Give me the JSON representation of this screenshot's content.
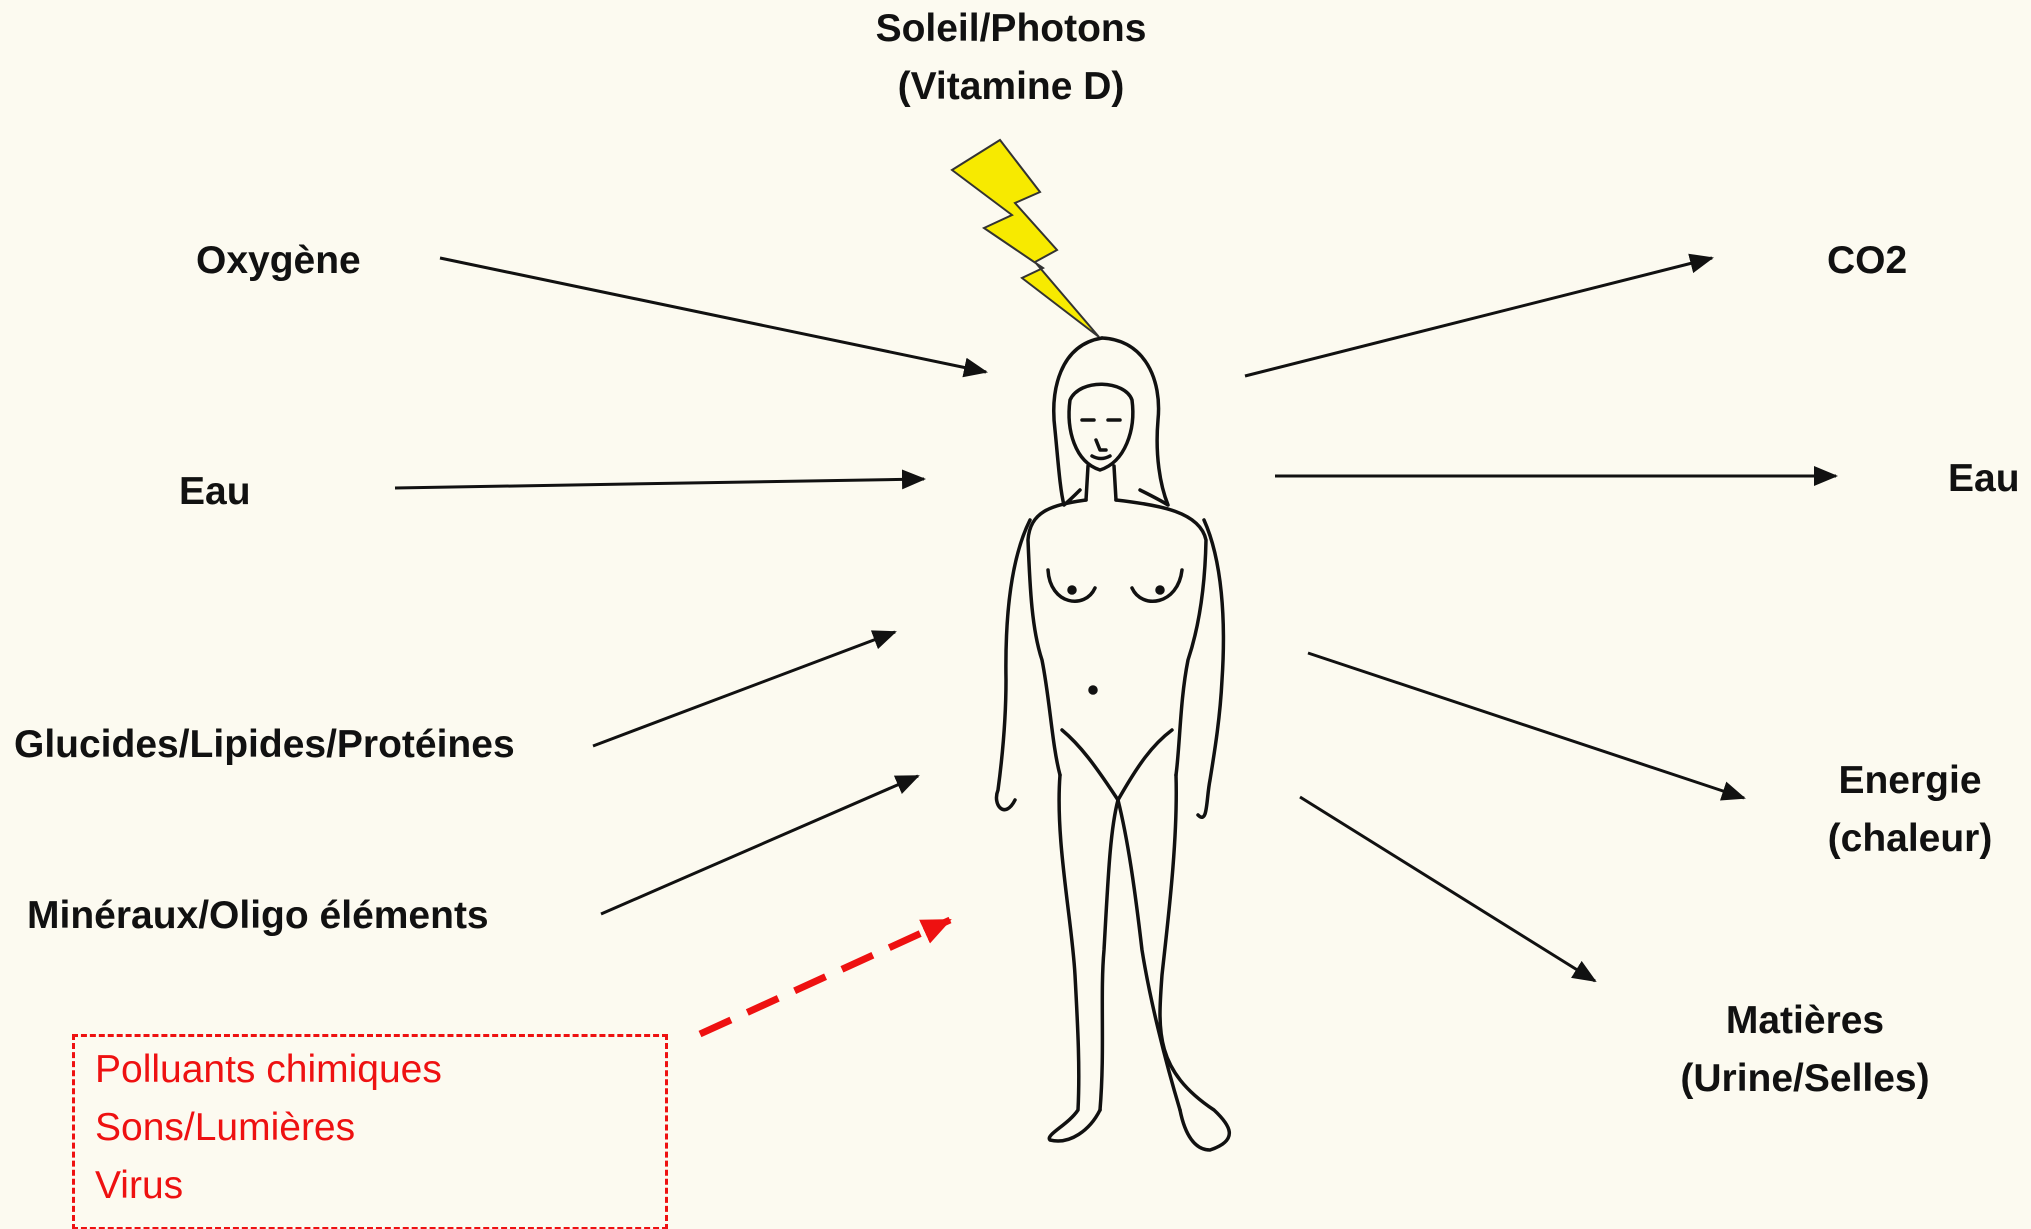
{
  "colors": {
    "background": "#fcfaf0",
    "text": "#111111",
    "arrow": "#111111",
    "pollutant": "#ee1111",
    "sun": "#f7ea00"
  },
  "sun": {
    "line1": "Soleil/Photons",
    "line2": "(Vitamine D)",
    "icon": "lightning-bolt-icon"
  },
  "inputs": {
    "oxygen": "Oxygène",
    "water": "Eau",
    "macronutrients": "Glucides/Lipides/Protéines",
    "minerals": "Minéraux/Oligo éléments"
  },
  "outputs": {
    "co2": "CO2",
    "water": "Eau",
    "energy_line1": "Energie",
    "energy_line2": "(chaleur)",
    "waste_line1": "Matières",
    "waste_line2": "(Urine/Selles)"
  },
  "pollutants": {
    "items": [
      "Polluants chimiques",
      "Sons/Lumières",
      "Virus"
    ]
  },
  "figure": {
    "icon": "human-body-outline-icon"
  }
}
